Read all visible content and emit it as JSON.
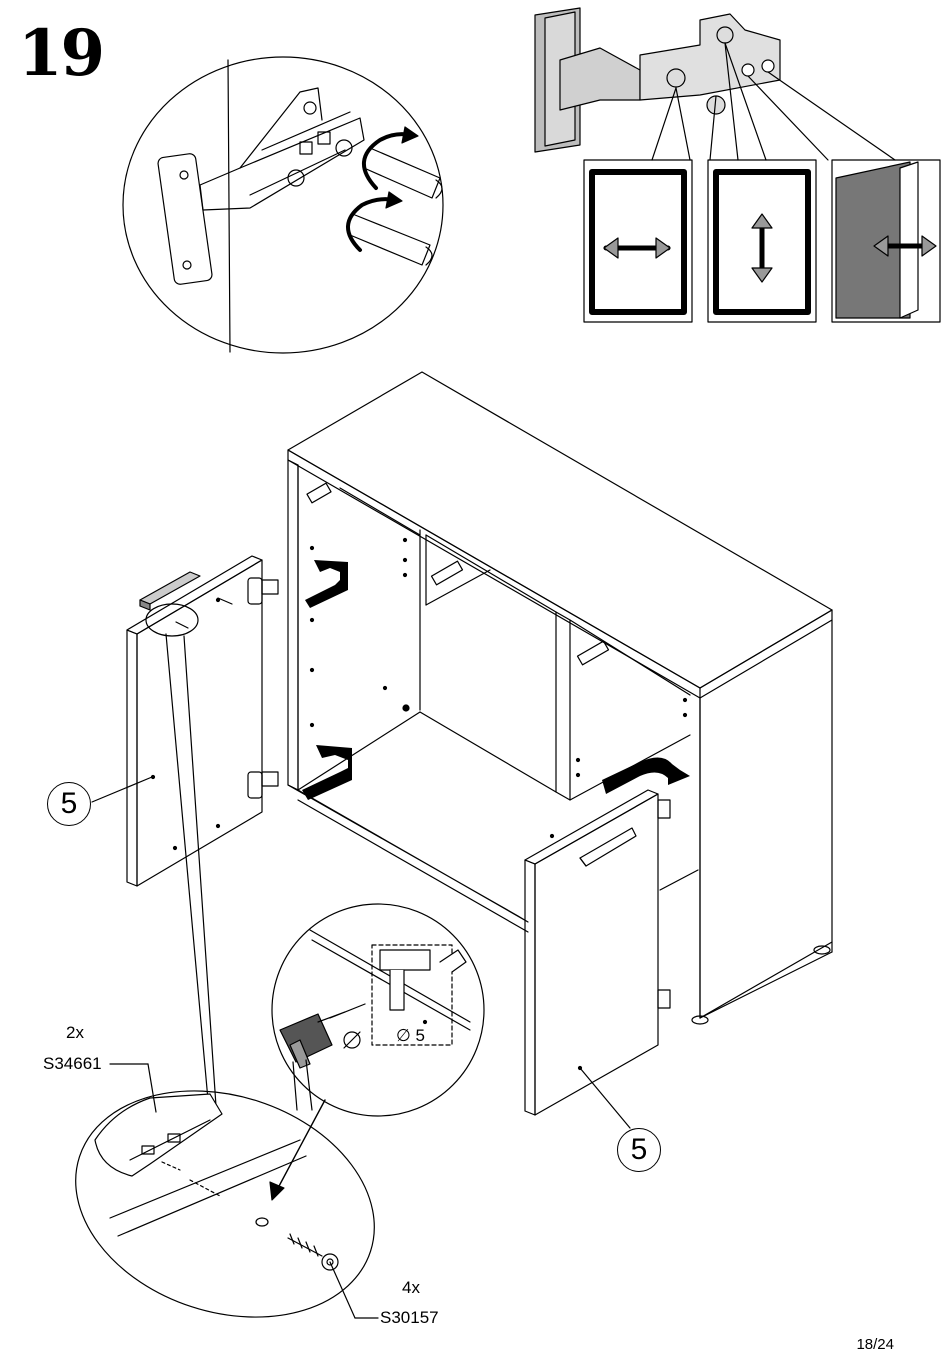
{
  "step": {
    "number": "19"
  },
  "drill": {
    "diameter_label": "∅ 5"
  },
  "parts": [
    {
      "label": "5"
    },
    {
      "label": "5"
    }
  ],
  "hardware": [
    {
      "quantity": "2x",
      "code": "S34661"
    },
    {
      "quantity": "4x",
      "code": "S30157"
    }
  ],
  "adjustment_icons": [
    "horizontal-arrow-icon",
    "vertical-arrow-icon",
    "depth-arrow-icon"
  ],
  "page": {
    "number": "18/24"
  }
}
